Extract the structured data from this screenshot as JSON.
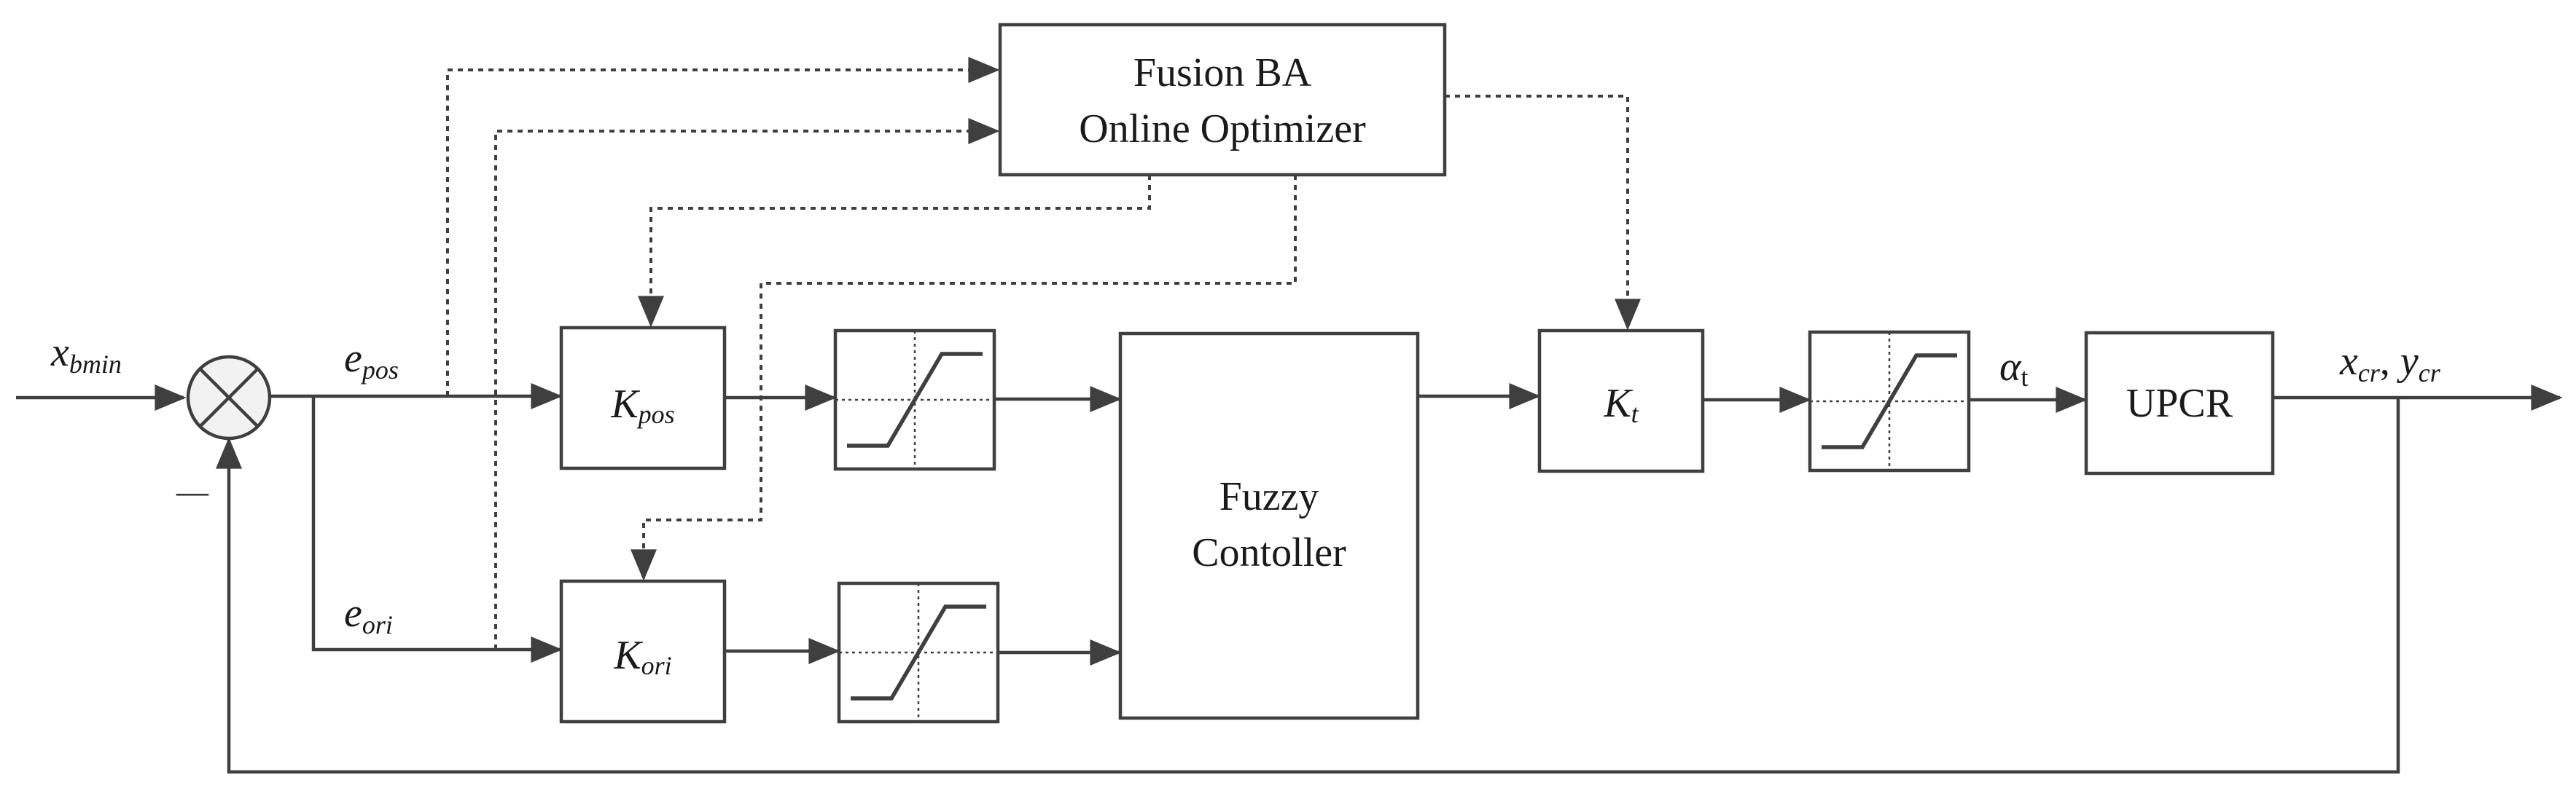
{
  "blocks": {
    "optimizer": {
      "line1": "Fusion BA",
      "line2": "Online Optimizer"
    },
    "k_pos": {
      "base": "K",
      "sub": "pos"
    },
    "k_ori": {
      "base": "K",
      "sub": "ori"
    },
    "k_t": {
      "base": "K",
      "sub": "t"
    },
    "fuzzy": {
      "line1": "Fuzzy",
      "line2": "Contoller"
    },
    "plant": {
      "label": "UPCR"
    }
  },
  "signals": {
    "input": {
      "base": "x",
      "sub": "bmin"
    },
    "e_pos": {
      "base": "e",
      "sub": "pos"
    },
    "e_ori": {
      "base": "e",
      "sub": "ori"
    },
    "alpha": {
      "base": "α",
      "sub": "t"
    },
    "output": {
      "x": "x",
      "x_sub": "cr",
      "sep": ", ",
      "y": "y",
      "y_sub": "cr"
    }
  },
  "feedback_sign": "—"
}
